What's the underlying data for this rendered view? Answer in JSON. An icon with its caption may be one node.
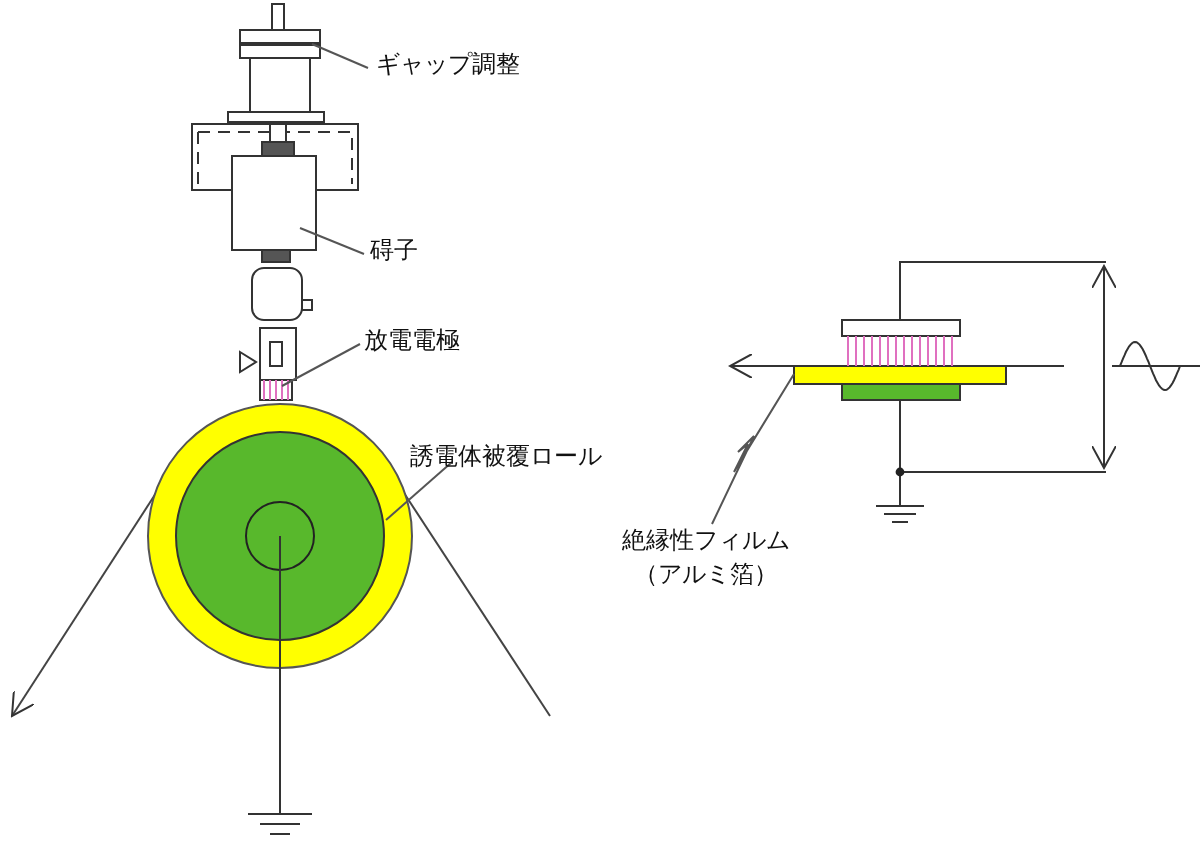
{
  "diagram": {
    "nodes": [
      {
        "text": [
          "ギャップ調整"
        ]
      },
      {
        "text": [],
        "shape": "box"
      },
      {
        "text": [
          "碍子"
        ]
      },
      {
        "text": [],
        "shape": "box"
      },
      {
        "text": [
          "放電電極"
        ]
      },
      {
        "text": [],
        "shape": "box"
      },
      {
        "text": [
          "誘電体被覆ロール"
        ]
      },
      {
        "text": [],
        "shape": "circle"
      },
      {
        "text": [
          "絶縁性フィルム（アルミ箔）"
        ]
      },
      {
        "text": [],
        "shape": "bar"
      }
    ],
    "edges": [
      {
        "from": 0,
        "to": 1,
        "arrow": "none"
      },
      {
        "from": 2,
        "to": 3,
        "arrow": "none"
      },
      {
        "from": 4,
        "to": 5,
        "arrow": "none"
      },
      {
        "from": 6,
        "to": 7,
        "arrow": "none"
      },
      {
        "from": 8,
        "to": 9,
        "arrow": "none"
      }
    ]
  }
}
